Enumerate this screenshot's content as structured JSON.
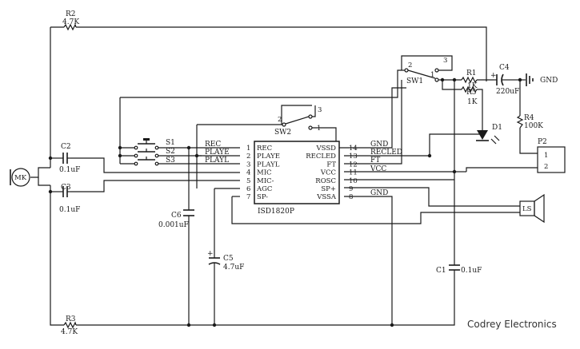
{
  "ic": {
    "name": "ISD1820P",
    "left_pins": [
      {
        "num": "1",
        "name": "REC"
      },
      {
        "num": "2",
        "name": "PLAYE"
      },
      {
        "num": "3",
        "name": "PLAYL"
      },
      {
        "num": "4",
        "name": "MIC"
      },
      {
        "num": "5",
        "name": "MIC-"
      },
      {
        "num": "6",
        "name": "AGC"
      },
      {
        "num": "7",
        "name": "SP-"
      }
    ],
    "right_pins": [
      {
        "num": "14",
        "name": "VSSD"
      },
      {
        "num": "13",
        "name": "RECLED"
      },
      {
        "num": "12",
        "name": "FT"
      },
      {
        "num": "11",
        "name": "VCC"
      },
      {
        "num": "10",
        "name": "ROSC"
      },
      {
        "num": "9",
        "name": "SP+"
      },
      {
        "num": "8",
        "name": "VSSA"
      }
    ]
  },
  "wire_labels": {
    "rec": "REC",
    "playe": "PLAYE",
    "playl": "PLAYL",
    "gnd": "GND",
    "recled": "RECLED",
    "ft": "FT",
    "vcc": "VCC",
    "gnd2": "GND"
  },
  "components": {
    "r2": {
      "ref": "R2",
      "value": "4.7K"
    },
    "r3": {
      "ref": "R3",
      "value": "4.7K"
    },
    "r1": {
      "ref": "R1",
      "value": "1K"
    },
    "r5": {
      "ref": "R5",
      "value": "1K"
    },
    "r4": {
      "ref": "R4",
      "value": "100K"
    },
    "c2": {
      "ref": "C2",
      "value": "0.1uF"
    },
    "c3": {
      "ref": "C3",
      "value": "0.1uF"
    },
    "c4": {
      "ref": "C4",
      "value": "220uF"
    },
    "c5": {
      "ref": "C5",
      "value": "4.7uF"
    },
    "c6": {
      "ref": "C6",
      "value": "0.001uF"
    },
    "c1": {
      "ref": "C1",
      "value": "0.1uF"
    },
    "d1": {
      "ref": "D1"
    },
    "sw1": {
      "ref": "SW1",
      "pins": [
        "1",
        "2",
        "3"
      ]
    },
    "sw2": {
      "ref": "SW2",
      "pins": [
        "1",
        "2",
        "3"
      ]
    },
    "s1": {
      "ref": "S1"
    },
    "s2": {
      "ref": "S2"
    },
    "s3": {
      "ref": "S3"
    },
    "mic": {
      "ref": "MK"
    },
    "speaker": {
      "ref": "LS"
    },
    "p2": {
      "ref": "P2",
      "pins": [
        "1",
        "2"
      ]
    },
    "gnd": {
      "label": "GND"
    }
  },
  "brand": "Codrey Electronics"
}
